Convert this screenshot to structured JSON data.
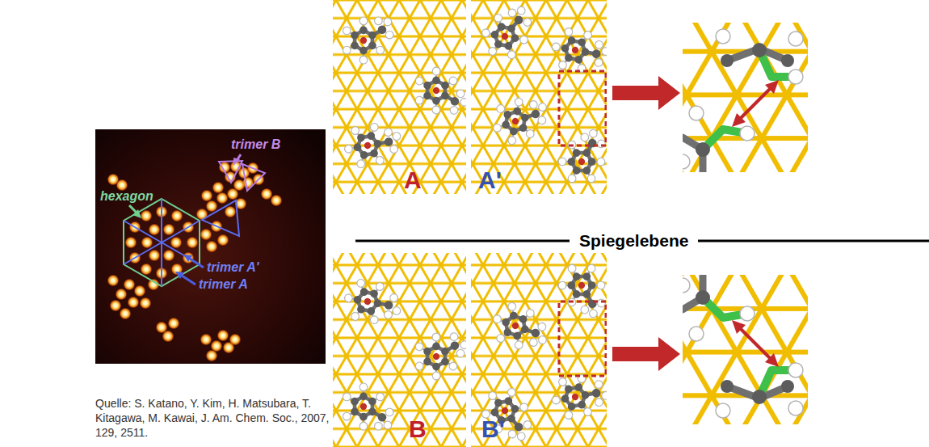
{
  "diagram": {
    "caption": "Quelle: S. Katano, Y. Kim, H. Matsubara, T. Kitagawa, M. Kawai, J. Am. Chem. Soc., 2007, 129, 2511.",
    "labels": [
      "trimer B",
      "hexagon",
      "trimer A'",
      "trimer A",
      "A",
      "A'",
      "Spiegelebene",
      "B",
      "B'"
    ]
  }
}
